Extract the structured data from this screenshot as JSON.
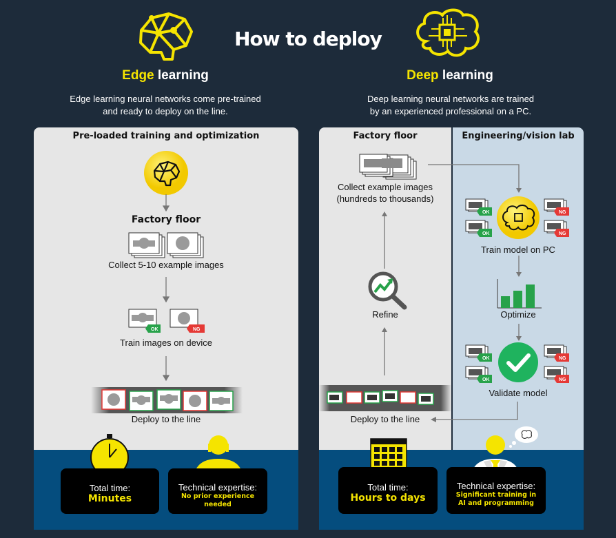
{
  "title": "How to deploy",
  "edge": {
    "heading_highlight": "Edge",
    "heading_rest": " learning",
    "desc_line1": "Edge learning neural networks come pre-trained",
    "desc_line2": "and ready to deploy on the line.",
    "panel_title": "Pre-loaded training and optimization",
    "factory_floor": "Factory floor",
    "step_collect": "Collect 5-10 example images",
    "step_train": "Train images on device",
    "step_deploy": "Deploy to the line",
    "tag_ok": "OK",
    "tag_ng": "NG",
    "time_label": "Total time:",
    "time_value": "Minutes",
    "expertise_label": "Technical expertise:",
    "expertise_line1": "No prior experience",
    "expertise_line2": "needed"
  },
  "deep": {
    "heading_highlight": "Deep",
    "heading_rest": " learning",
    "desc_line1": "Deep learning neural networks are trained",
    "desc_line2": "by an experienced professional on a PC.",
    "factory_title": "Factory floor",
    "lab_title": "Engineering/vision lab",
    "collect_line1": "Collect example images",
    "collect_line2": "(hundreds to thousands)",
    "refine": "Refine",
    "deploy": "Deploy to the line",
    "train": "Train model on PC",
    "optimize": "Optimize",
    "validate": "Validate model",
    "tag_ok": "OK",
    "tag_ng": "NG",
    "time_label": "Total time:",
    "time_value": "Hours to days",
    "expertise_label": "Technical expertise:",
    "expertise_line1": "Significant training in",
    "expertise_line2": "AI and programming"
  },
  "colors": {
    "background": "#1d2b3a",
    "accent_yellow": "#f5e400",
    "footer_blue": "#054d7e",
    "ok_green": "#27a24a",
    "ng_red": "#e53935",
    "check_green": "#1fb35e"
  },
  "icons": [
    "edge-brain-icon",
    "deep-chip-brain-icon",
    "stopwatch-icon",
    "person-icon",
    "calendar-icon",
    "magnifier-chart-icon",
    "checkmark-icon",
    "bar-chart-icon",
    "thought-bubble-icon"
  ]
}
